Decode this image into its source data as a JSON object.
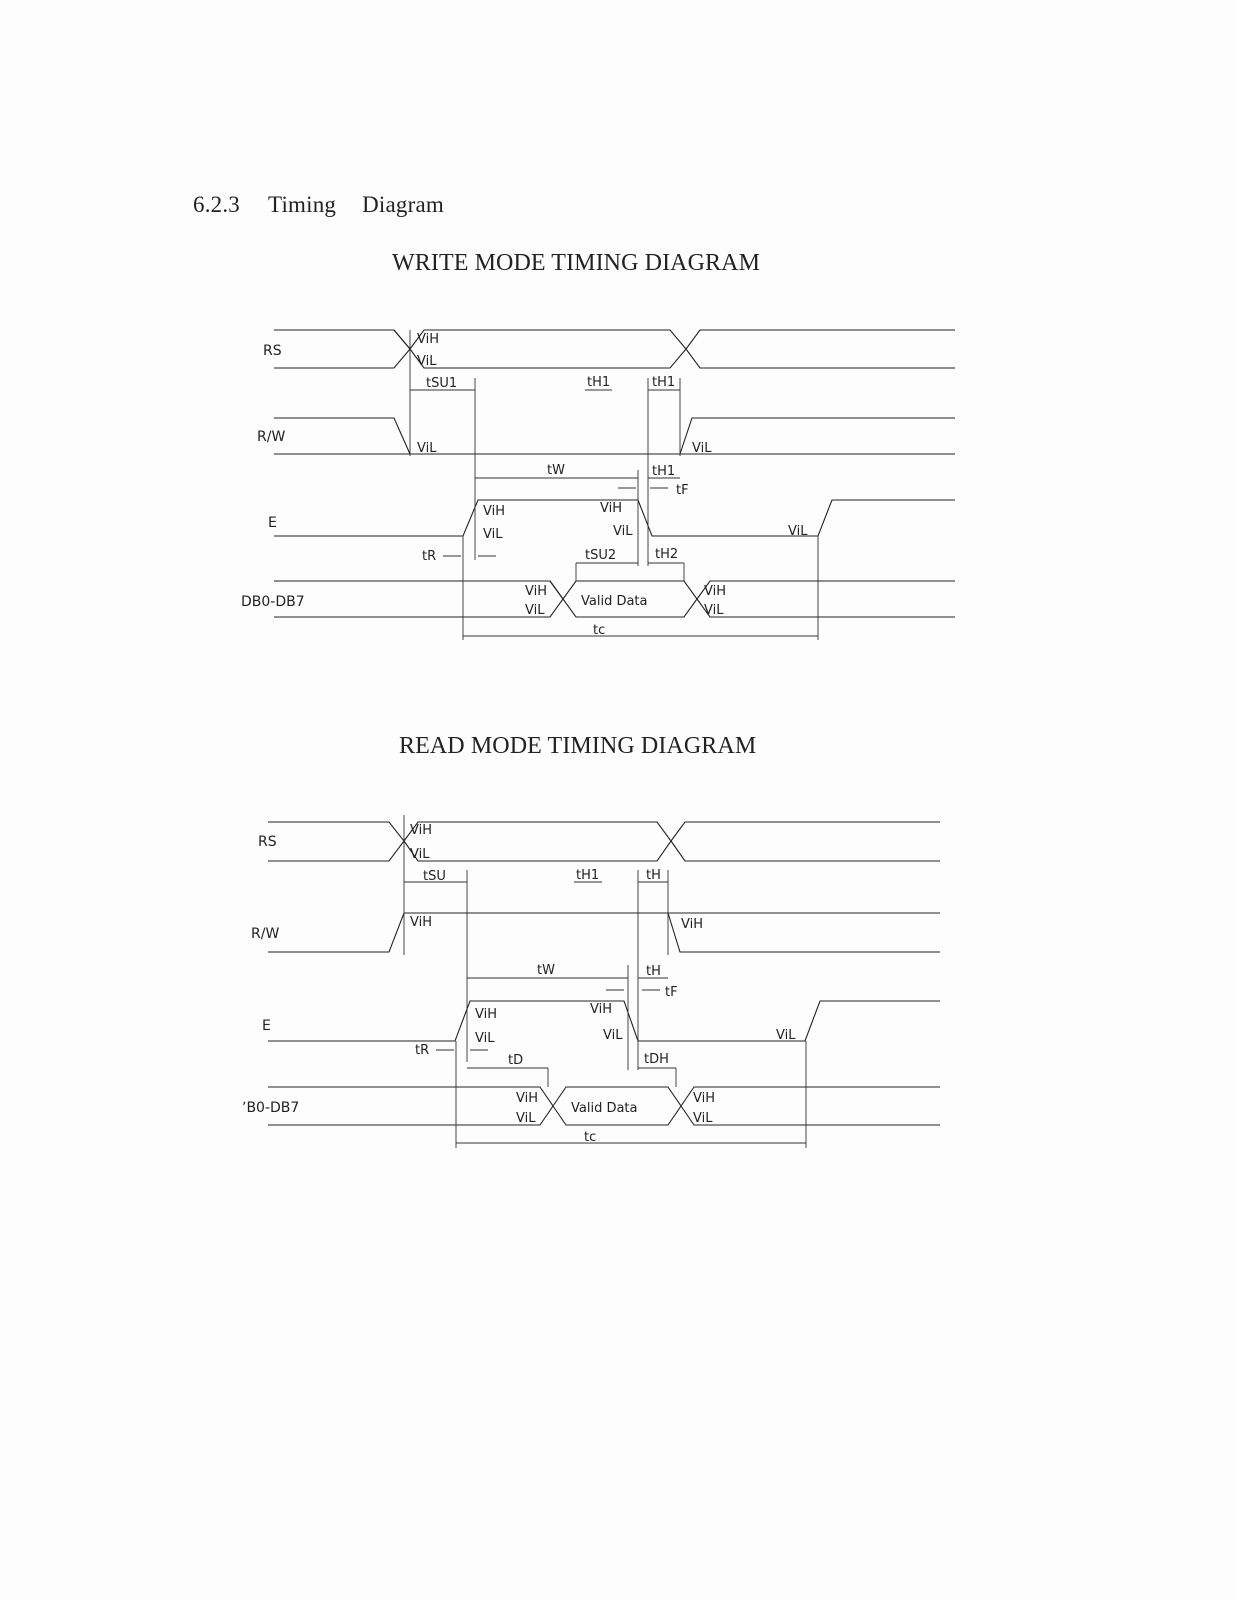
{
  "heading": {
    "number": "6.2.3",
    "word1": "Timing",
    "word2": "Diagram"
  },
  "write": {
    "title": "WRITE MODE TIMING DIAGRAM",
    "signals": {
      "rs": "RS",
      "rw": "R/W",
      "e": "E",
      "db": "DB0-DB7"
    },
    "labels": {
      "vih": "ViH",
      "vil": "ViL",
      "tsu1": "tSU1",
      "th1": "tH1",
      "tw": "tW",
      "tf": "tF",
      "tr": "tR",
      "tsu2": "tSU2",
      "th2": "tH2",
      "tc": "tc",
      "valid": "Valid Data"
    }
  },
  "read": {
    "title": "READ MODE TIMING DIAGRAM",
    "signals": {
      "rs": "RS",
      "rw": "R/W",
      "e": "E",
      "db": "ʼB0-DB7"
    },
    "labels": {
      "vih": "ViH",
      "vil": "ViL",
      "tsu": "tSU",
      "th1": "tH1",
      "th": "tH",
      "tw": "tW",
      "tf": "tF",
      "tr": "tR",
      "td": "tD",
      "tdh": "tDH",
      "tc": "tc",
      "valid": "Valid Data"
    }
  }
}
